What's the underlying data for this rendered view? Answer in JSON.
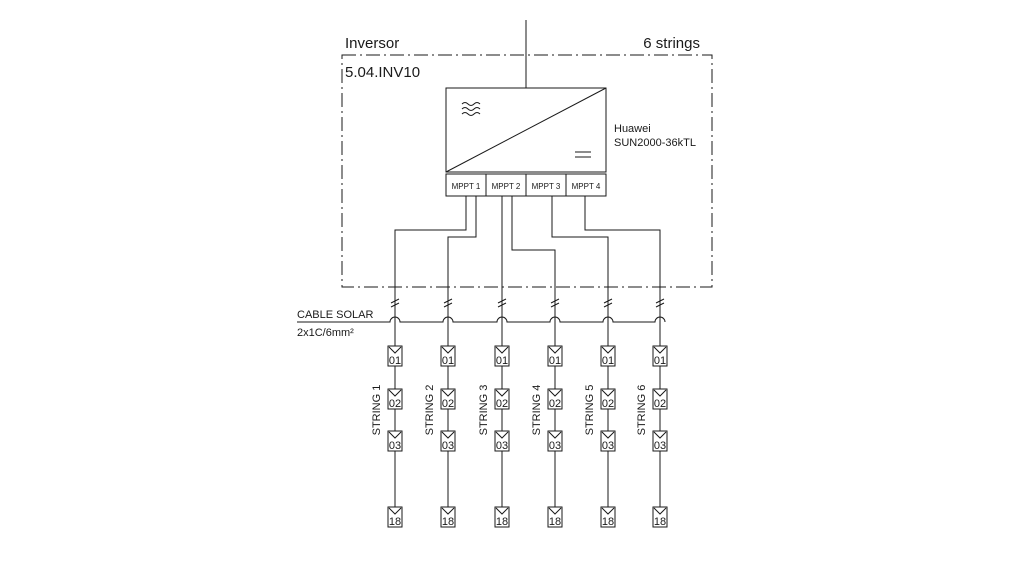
{
  "inverter": {
    "label": "Inversor",
    "id": "5.04.INV10",
    "strings_text": "6 strings",
    "model_line1": "Huawei",
    "model_line2": "SUN2000-36kTL",
    "mppts": [
      "MPPT 1",
      "MPPT 2",
      "MPPT 3",
      "MPPT 4"
    ]
  },
  "cable": {
    "name": "CABLE SOLAR",
    "spec": "2x1C/6mm²"
  },
  "strings": [
    {
      "label": "STRING 1",
      "modules": [
        "01",
        "02",
        "03",
        "18"
      ]
    },
    {
      "label": "STRING 2",
      "modules": [
        "01",
        "02",
        "03",
        "18"
      ]
    },
    {
      "label": "STRING 3",
      "modules": [
        "01",
        "02",
        "03",
        "18"
      ]
    },
    {
      "label": "STRING 4",
      "modules": [
        "01",
        "02",
        "03",
        "18"
      ]
    },
    {
      "label": "STRING 5",
      "modules": [
        "01",
        "02",
        "03",
        "18"
      ]
    },
    {
      "label": "STRING 6",
      "modules": [
        "01",
        "02",
        "03",
        "18"
      ]
    }
  ]
}
